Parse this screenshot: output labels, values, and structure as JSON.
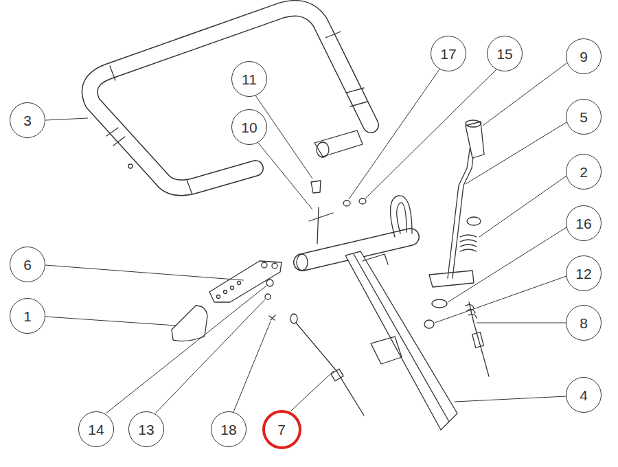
{
  "diagram": {
    "nodes": [
      {
        "text": [
          "17"
        ]
      },
      {
        "text": [
          "15"
        ]
      },
      {
        "text": [
          "9"
        ]
      },
      {
        "text": [
          "11"
        ]
      },
      {
        "text": [
          "5"
        ]
      },
      {
        "text": [
          "3"
        ]
      },
      {
        "text": [
          "10"
        ]
      },
      {
        "text": [
          "2"
        ]
      },
      {
        "text": [
          "16"
        ]
      },
      {
        "text": [
          "6"
        ]
      },
      {
        "text": [
          "12"
        ]
      },
      {
        "text": [
          "1"
        ]
      },
      {
        "text": [
          "8"
        ]
      },
      {
        "text": [
          "4"
        ]
      },
      {
        "text": [
          "14"
        ]
      },
      {
        "text": [
          "13"
        ]
      },
      {
        "text": [
          "18"
        ]
      },
      {
        "text": [
          "7"
        ]
      }
    ]
  }
}
